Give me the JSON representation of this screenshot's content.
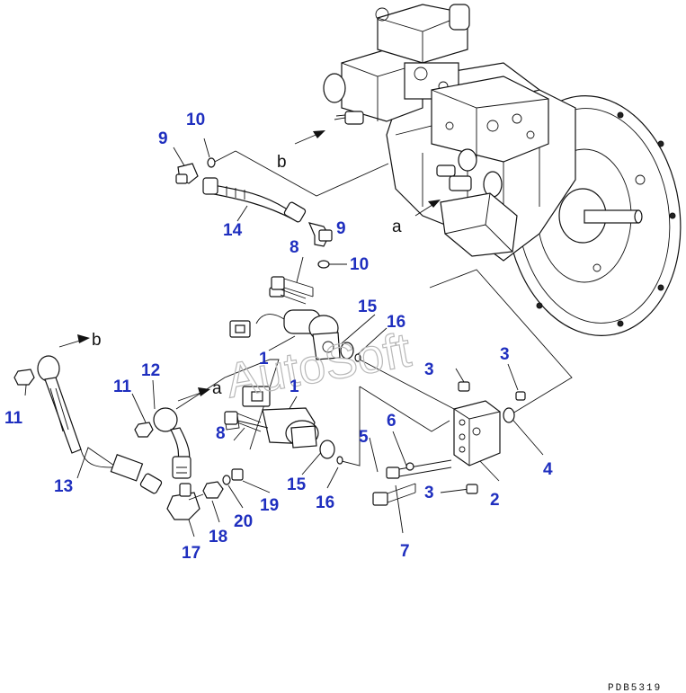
{
  "diagram": {
    "watermark": "AutoSoft",
    "drawing_code": "PDB5319",
    "reference_letters": {
      "a": "a",
      "b": "b"
    },
    "callouts": {
      "c1": "1",
      "c2": "2",
      "c3": "3",
      "c4": "4",
      "c5": "5",
      "c6": "6",
      "c7": "7",
      "c8": "8",
      "c9": "9",
      "c10": "10",
      "c11": "11",
      "c12": "12",
      "c13": "13",
      "c14": "14",
      "c15": "15",
      "c16": "16",
      "c17": "17",
      "c18": "18",
      "c19": "19",
      "c20": "20"
    },
    "colors": {
      "callout": "#1f2fbf",
      "line": "#111111",
      "watermark": "#b8b8b8"
    }
  }
}
